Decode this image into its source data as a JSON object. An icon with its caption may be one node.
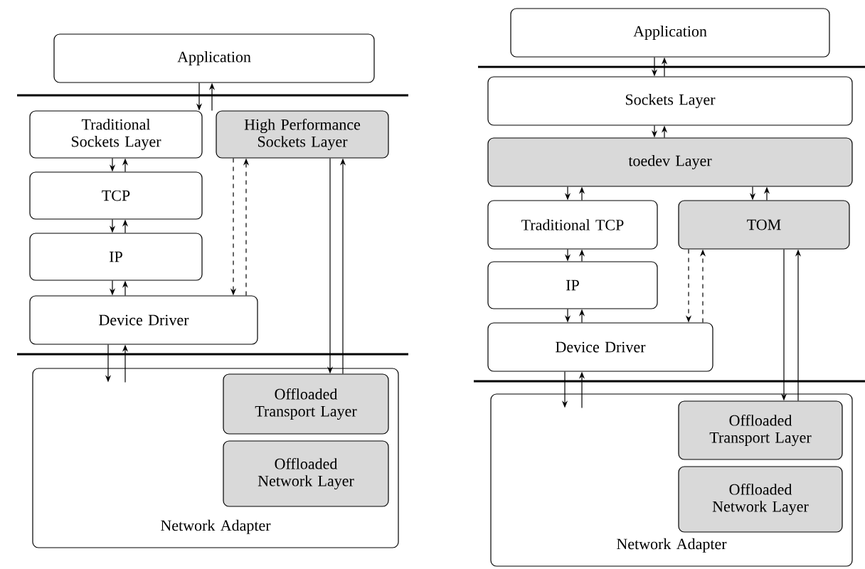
{
  "diagram": {
    "nodes": [
      {
        "text": [
          "Application"
        ]
      },
      {
        "text": [
          "Traditional Sockets Layer"
        ]
      },
      {
        "text": [
          "High Performance Sockets Layer"
        ]
      },
      {
        "text": [
          "TCP"
        ]
      },
      {
        "text": [
          "IP"
        ]
      },
      {
        "text": [
          "Device Driver"
        ]
      },
      {
        "text": [
          "Network Adapter"
        ]
      },
      {
        "text": [
          "Offloaded Transport Layer"
        ],
        "in": 6
      },
      {
        "text": [
          "Offloaded Network Layer"
        ],
        "in": 6
      },
      {
        "text": [
          "Application"
        ]
      },
      {
        "text": [
          "Sockets Layer"
        ]
      },
      {
        "text": [
          "toedev Layer"
        ]
      },
      {
        "text": [
          "Traditional TCP"
        ]
      },
      {
        "text": [
          "TOM"
        ]
      },
      {
        "text": [
          "IP"
        ]
      },
      {
        "text": [
          "Device Driver"
        ]
      },
      {
        "text": [
          "Network Adapter"
        ]
      },
      {
        "text": [
          "Offloaded Transport Layer"
        ],
        "in": 16
      },
      {
        "text": [
          "Offloaded Network Layer"
        ],
        "in": 16
      }
    ],
    "edges": [
      {
        "from": 0,
        "to": 1,
        "arrow": "to"
      },
      {
        "from": 1,
        "to": 0,
        "arrow": "to"
      },
      {
        "from": 1,
        "to": 3,
        "arrow": "to"
      },
      {
        "from": 3,
        "to": 1,
        "arrow": "to"
      },
      {
        "from": 3,
        "to": 4,
        "arrow": "to"
      },
      {
        "from": 4,
        "to": 3,
        "arrow": "to"
      },
      {
        "from": 4,
        "to": 5,
        "arrow": "to"
      },
      {
        "from": 5,
        "to": 4,
        "arrow": "to"
      },
      {
        "from": 2,
        "to": 5,
        "arrow": "to",
        "style": "dashed"
      },
      {
        "from": 5,
        "to": 2,
        "arrow": "to",
        "style": "dashed"
      },
      {
        "from": 2,
        "to": 7,
        "arrow": "to"
      },
      {
        "from": 7,
        "to": 2,
        "arrow": "to"
      },
      {
        "from": 5,
        "to": 6,
        "arrow": "to"
      },
      {
        "from": 6,
        "to": 5,
        "arrow": "to"
      },
      {
        "from": 9,
        "to": 10,
        "arrow": "to"
      },
      {
        "from": 10,
        "to": 9,
        "arrow": "to"
      },
      {
        "from": 10,
        "to": 11,
        "arrow": "to"
      },
      {
        "from": 11,
        "to": 10,
        "arrow": "to"
      },
      {
        "from": 11,
        "to": 12,
        "arrow": "to"
      },
      {
        "from": 12,
        "to": 11,
        "arrow": "to"
      },
      {
        "from": 11,
        "to": 13,
        "arrow": "to"
      },
      {
        "from": 13,
        "to": 11,
        "arrow": "to"
      },
      {
        "from": 12,
        "to": 14,
        "arrow": "to"
      },
      {
        "from": 14,
        "to": 12,
        "arrow": "to"
      },
      {
        "from": 14,
        "to": 15,
        "arrow": "to"
      },
      {
        "from": 15,
        "to": 14,
        "arrow": "to"
      },
      {
        "from": 13,
        "to": 15,
        "arrow": "to",
        "style": "dashed"
      },
      {
        "from": 15,
        "to": 13,
        "arrow": "to",
        "style": "dashed"
      },
      {
        "from": 13,
        "to": 17,
        "arrow": "to"
      },
      {
        "from": 17,
        "to": 13,
        "arrow": "to"
      },
      {
        "from": 15,
        "to": 16,
        "arrow": "to"
      },
      {
        "from": 16,
        "to": 15,
        "arrow": "to"
      }
    ]
  }
}
